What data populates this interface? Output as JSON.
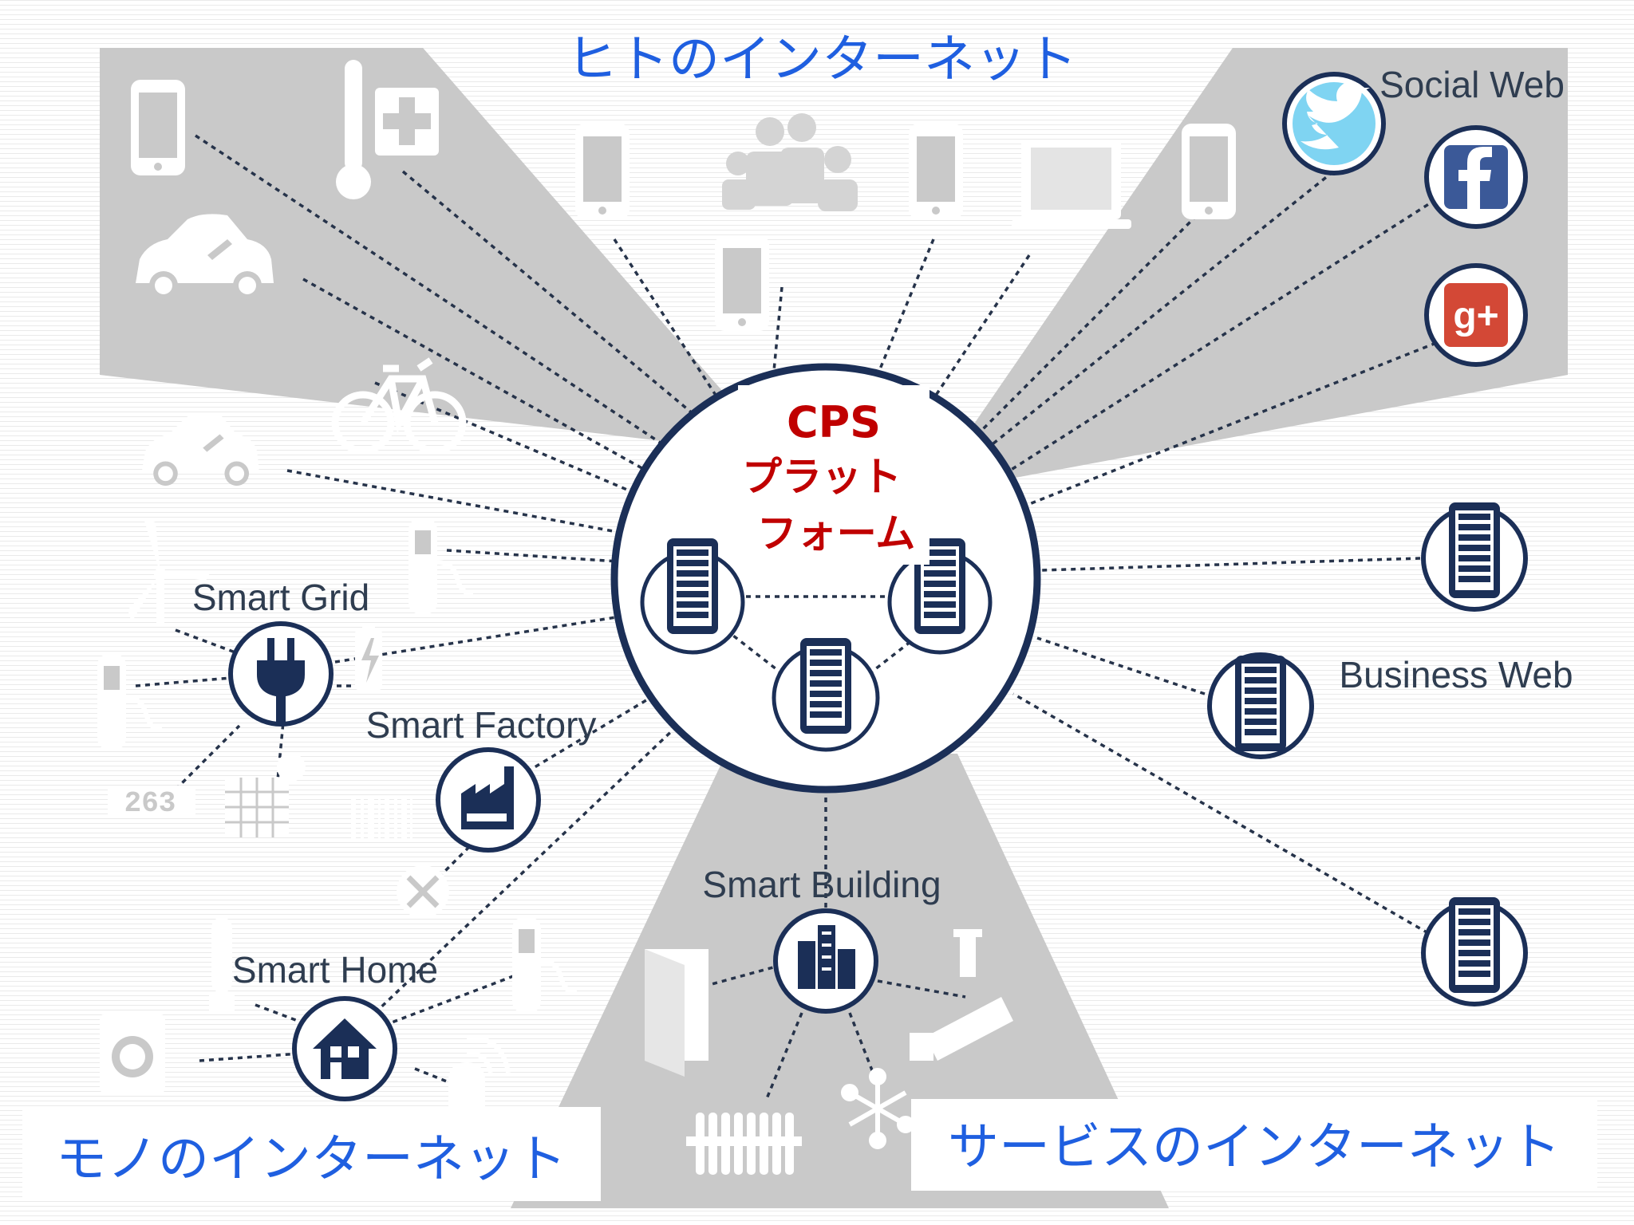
{
  "region_labels": {
    "people": "ヒトのインターネット",
    "things": "モノのインターネット",
    "services": "サービスのインターネット"
  },
  "center": {
    "line1": "CPS",
    "line2": "プラット",
    "line3": "フォーム"
  },
  "nodes": {
    "social_web": "Social Web",
    "business_web": "Business Web",
    "smart_grid": "Smart Grid",
    "smart_factory": "Smart Factory",
    "smart_home": "Smart Home",
    "smart_building": "Smart Building"
  },
  "meter_digits": "263",
  "colors": {
    "navy": "#1b2f57",
    "gray_region": "#c9c9c9",
    "blue_label": "#1f5fe0",
    "red_label": "#c00000"
  },
  "icons": [
    "twitter-icon",
    "facebook-icon",
    "google-plus-icon",
    "server-icon",
    "plug-icon",
    "factory-icon",
    "house-icon",
    "building-icon",
    "smartphone-icon",
    "thermometer-icon",
    "car-icon",
    "bicycle-icon",
    "wind-turbine-icon",
    "laptop-icon",
    "people-icon",
    "camera-icon",
    "door-icon",
    "radiator-icon",
    "washing-machine-icon",
    "lightbulb-icon",
    "alarm-icon",
    "barcode-icon",
    "tools-icon",
    "solar-panel-icon",
    "battery-icon",
    "charging-station-icon",
    "meter-icon"
  ]
}
